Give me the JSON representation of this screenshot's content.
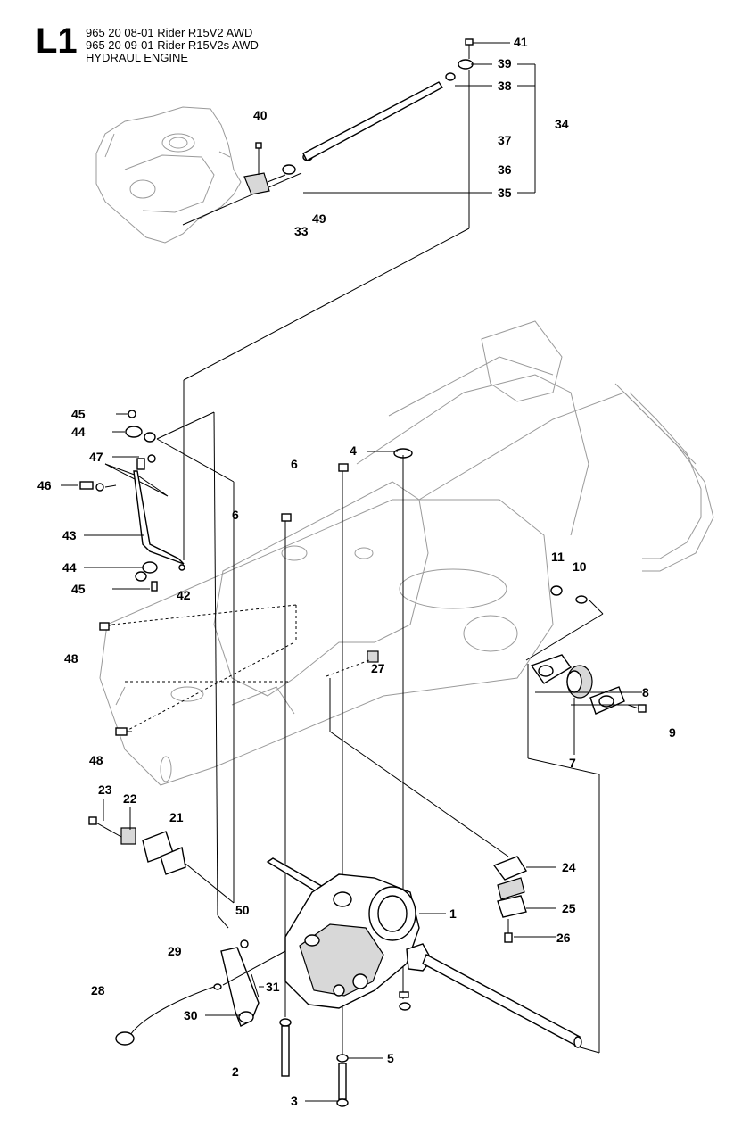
{
  "header": {
    "section_code": "L1",
    "lines": [
      "965 20 08-01 Rider R15V2 AWD",
      "965 20 09-01 Rider R15V2s AWD",
      "HYDRAUL ENGINE"
    ]
  },
  "callouts": [
    {
      "id": "c41",
      "text": "41"
    },
    {
      "id": "c39",
      "text": "39"
    },
    {
      "id": "c38",
      "text": "38"
    },
    {
      "id": "c34",
      "text": "34"
    },
    {
      "id": "c37",
      "text": "37"
    },
    {
      "id": "c36",
      "text": "36"
    },
    {
      "id": "c35",
      "text": "35"
    },
    {
      "id": "c40",
      "text": "40"
    },
    {
      "id": "c49",
      "text": "49"
    },
    {
      "id": "c33",
      "text": "33"
    },
    {
      "id": "c45a",
      "text": "45"
    },
    {
      "id": "c44a",
      "text": "44"
    },
    {
      "id": "c47",
      "text": "47"
    },
    {
      "id": "c46",
      "text": "46"
    },
    {
      "id": "c43",
      "text": "43"
    },
    {
      "id": "c44b",
      "text": "44"
    },
    {
      "id": "c45b",
      "text": "45"
    },
    {
      "id": "c42",
      "text": "42"
    },
    {
      "id": "c6a",
      "text": "6"
    },
    {
      "id": "c6b",
      "text": "6"
    },
    {
      "id": "c4",
      "text": "4"
    },
    {
      "id": "c11",
      "text": "11"
    },
    {
      "id": "c10",
      "text": "10"
    },
    {
      "id": "c48a",
      "text": "48"
    },
    {
      "id": "c48b",
      "text": "48"
    },
    {
      "id": "c27",
      "text": "27"
    },
    {
      "id": "c8",
      "text": "8"
    },
    {
      "id": "c9",
      "text": "9"
    },
    {
      "id": "c7",
      "text": "7"
    },
    {
      "id": "c23",
      "text": "23"
    },
    {
      "id": "c22",
      "text": "22"
    },
    {
      "id": "c21",
      "text": "21"
    },
    {
      "id": "c24",
      "text": "24"
    },
    {
      "id": "c1",
      "text": "1"
    },
    {
      "id": "c25",
      "text": "25"
    },
    {
      "id": "c26",
      "text": "26"
    },
    {
      "id": "c50",
      "text": "50"
    },
    {
      "id": "c29",
      "text": "29"
    },
    {
      "id": "c28",
      "text": "28"
    },
    {
      "id": "c31",
      "text": "31"
    },
    {
      "id": "c30",
      "text": "30"
    },
    {
      "id": "c5",
      "text": "5"
    },
    {
      "id": "c2",
      "text": "2"
    },
    {
      "id": "c3",
      "text": "3"
    }
  ]
}
